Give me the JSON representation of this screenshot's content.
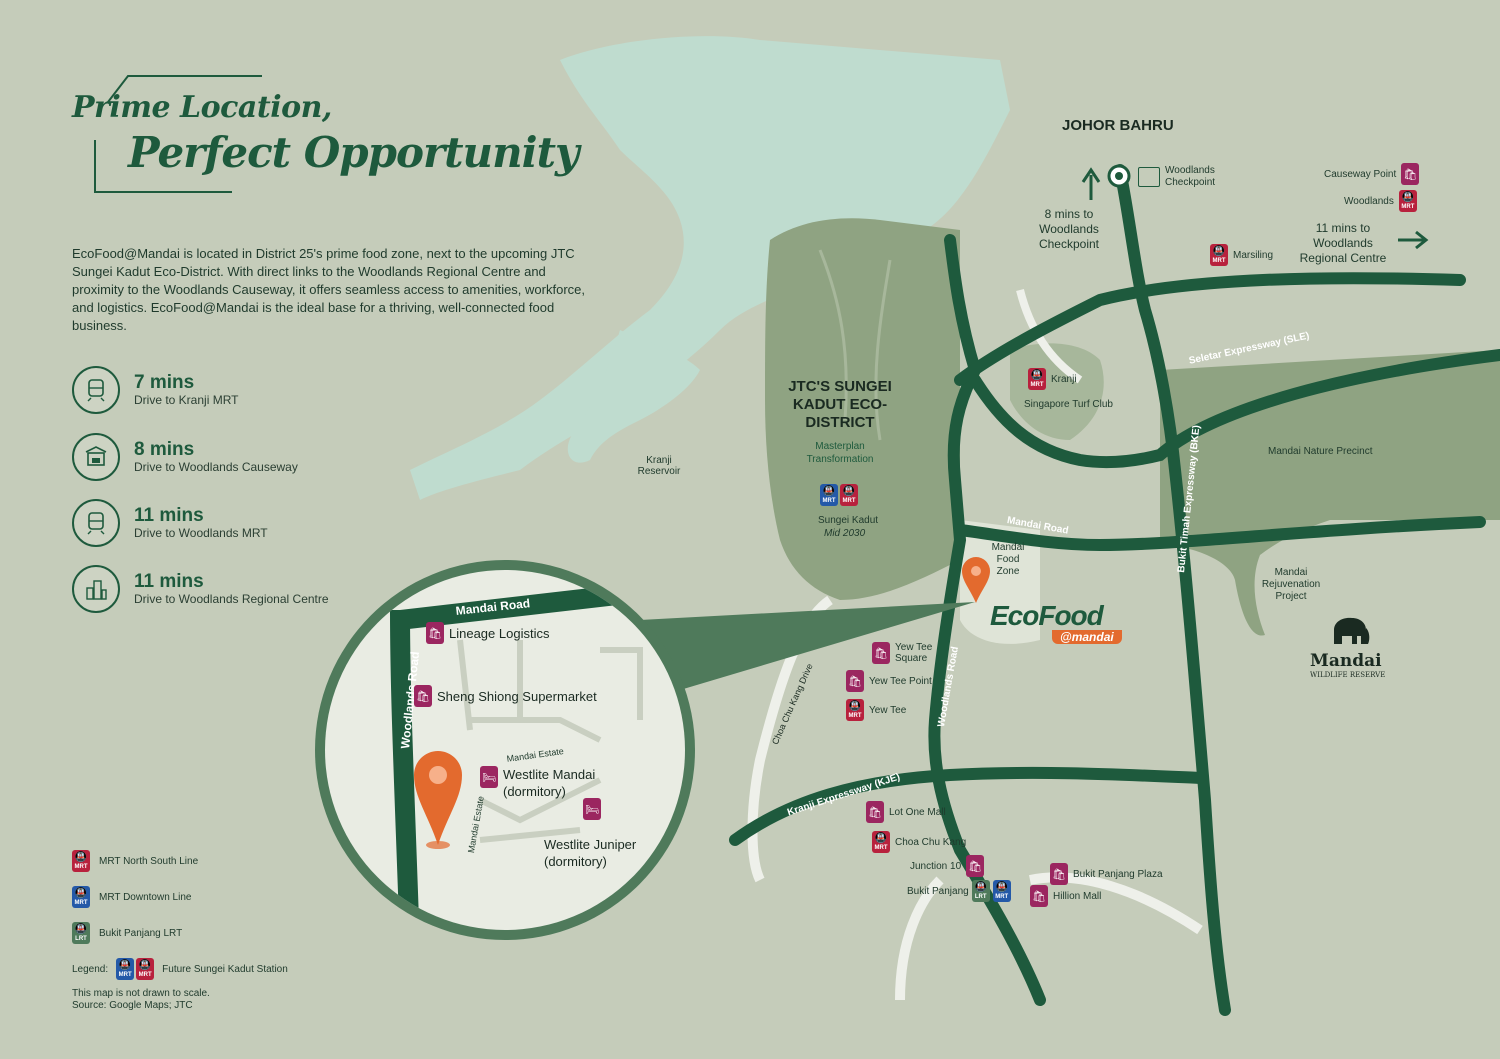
{
  "header": {
    "title_line1": "Prime Location,",
    "title_line2": "Perfect Opportunity"
  },
  "intro": "EcoFood@Mandai is located in District 25's prime food zone, next to the upcoming JTC Sungei Kadut Eco-District. With direct links to the Woodlands Regional Centre and proximity to the Woodlands Causeway, it offers seamless access to amenities, workforce, and logistics. EcoFood@Mandai is the ideal base for a thriving, well-connected food business.",
  "stats": [
    {
      "value": "7 mins",
      "label": "Drive to Kranji MRT",
      "icon": "train-icon"
    },
    {
      "value": "8 mins",
      "label": "Drive to Woodlands Causeway",
      "icon": "checkpoint-icon"
    },
    {
      "value": "11 mins",
      "label": "Drive to Woodlands MRT",
      "icon": "train-icon"
    },
    {
      "value": "11 mins",
      "label": "Drive to Woodlands Regional Centre",
      "icon": "city-icon"
    }
  ],
  "map": {
    "johor": "JOHOR BAHRU",
    "checkpoint": "Woodlands Checkpoint",
    "to_checkpoint": "8 mins to Woodlands Checkpoint",
    "to_regional": "11 mins to Woodlands Regional Centre",
    "causeway_point": "Causeway Point",
    "woodlands": "Woodlands",
    "marsiling": "Marsiling",
    "kranji": "Kranji",
    "turf_club": "Singapore Turf Club",
    "sle": "Seletar Expressway (SLE)",
    "bke": "Bukit Timah Expressway (BKE)",
    "nature": "Mandai Nature Precinct",
    "jtc_title": "JTC'S SUNGEI KADUT ECO-DISTRICT",
    "jtc_sub": "Masterplan Transformation",
    "sungei_kadut": "Sungei Kadut",
    "sungei_kadut_year": "Mid 2030",
    "reservoir": "Kranji Reservoir",
    "mandai_road": "Mandai Road",
    "food_zone": "Mandai Food Zone",
    "rejuvenation": "Mandai Rejuvenation Project",
    "wildlife": "Mandai",
    "wildlife_sub": "WILDLIFE RESERVE",
    "ecofood": "EcoFood",
    "ecofood_sub": "@mandai",
    "yew_tee_square": "Yew Tee Square",
    "yew_tee_point": "Yew Tee Point",
    "yew_tee": "Yew Tee",
    "woodlands_road": "Woodlands Road",
    "ccк_drive": "Choa Chu Kang Drive",
    "kje": "Kranji Expressway (KJE)",
    "lot_one": "Lot One Mall",
    "cck": "Choa Chu Kang",
    "junction10": "Junction 10",
    "bukit_panjang": "Bukit Panjang",
    "bp_plaza": "Bukit Panjang Plaza",
    "hillion": "Hillion Mall"
  },
  "inset": {
    "mandai_road": "Mandai Road",
    "woodlands_road": "Woodlands Road",
    "lineage": "Lineage Logistics",
    "sheng_shiong": "Sheng Shiong Supermarket",
    "mandai_estate": "Mandai Estate",
    "westlite_mandai": "Westlite Mandai (dormitory)",
    "westlite_juniper": "Westlite Juniper (dormitory)"
  },
  "legend": {
    "nsl": "MRT North South Line",
    "dtl": "MRT Downtown Line",
    "lrt": "Bukit Panjang LRT",
    "legend_label": "Legend:",
    "future": "Future Sungei Kadut Station",
    "note1": "This map is not drawn to scale.",
    "note2": "Source: Google Maps; JTC",
    "mrt_tag": "MRT",
    "lrt_tag": "LRT"
  },
  "colors": {
    "background": "#c5ccba",
    "water": "#bfdccf",
    "green_area": "#8fa382",
    "road": "#1e5a3d",
    "accent_orange": "#e36a2e",
    "mall": "#9b2660",
    "mrt_nsl": "#b8213d",
    "mrt_dtl": "#2459a8"
  }
}
